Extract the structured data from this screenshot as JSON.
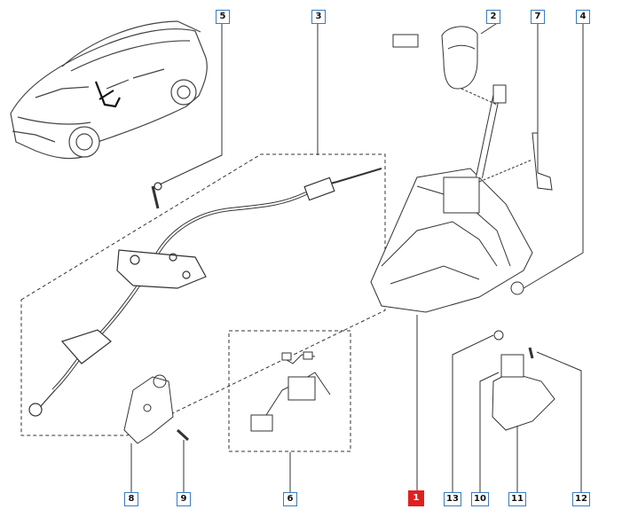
{
  "diagram": {
    "callouts": [
      {
        "label": "5"
      },
      {
        "label": "3"
      },
      {
        "label": "2"
      },
      {
        "label": "7"
      },
      {
        "label": "4"
      },
      {
        "label": "8"
      },
      {
        "label": "9"
      },
      {
        "label": "6"
      },
      {
        "label": "1"
      },
      {
        "label": "13"
      },
      {
        "label": "10"
      },
      {
        "label": "11"
      },
      {
        "label": "12"
      }
    ],
    "highlight_color": "#e02020",
    "callout_border_color": "#3a7bbf",
    "line_color": "#333333"
  }
}
